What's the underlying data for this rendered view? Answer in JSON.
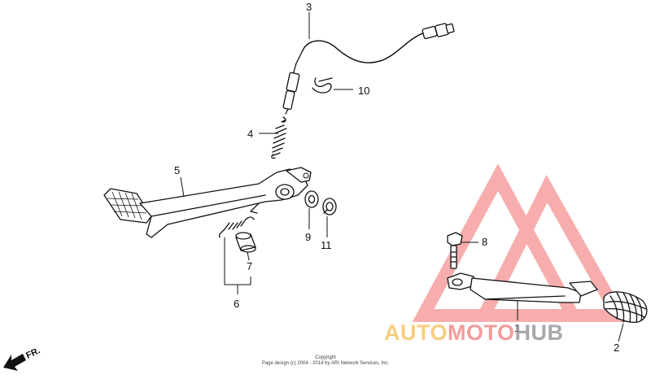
{
  "callouts": {
    "c1": "1",
    "c2": "2",
    "c3": "3",
    "c4": "4",
    "c5": "5",
    "c6": "6",
    "c7": "7",
    "c8": "8",
    "c9": "9",
    "c10": "10",
    "c11": "11"
  },
  "direction_label": "FR.",
  "copyright": {
    "line1": "Copyright",
    "line2": "Page design (c) 2004 - 2014 by ARI Network Services, Inc."
  },
  "watermark": {
    "text_auto": "AUTO",
    "text_moto": "MOTO",
    "text_hub": "HUB",
    "colors": {
      "auto": "#f7c46a",
      "moto": "#f48a8a",
      "hub": "#9a9a9a",
      "logo": "#f26b6b"
    }
  }
}
